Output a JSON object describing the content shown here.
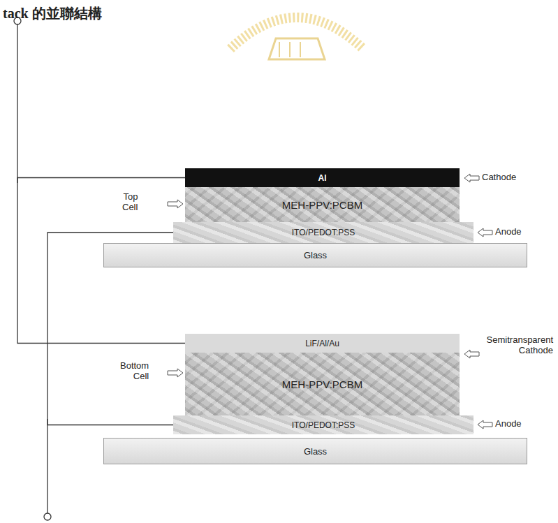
{
  "diagram": {
    "nodes": [
      {
        "text": [
          "Al"
        ]
      },
      {
        "text": [
          "MEH-PPV:PCBM"
        ]
      },
      {
        "text": [
          "ITO/PEDOT:PSS"
        ]
      },
      {
        "text": [
          "Glass"
        ]
      },
      {
        "text": [
          "LiF/Al/Au"
        ]
      },
      {
        "text": [
          "MEH-PPV:PCBM"
        ]
      },
      {
        "text": [
          "ITO/PEDOT:PSS"
        ]
      },
      {
        "text": [
          "Glass"
        ]
      }
    ],
    "edges": [
      {
        "from": 0,
        "to": 4,
        "arrow": "none"
      },
      {
        "from": 2,
        "to": 6,
        "arrow": "none"
      }
    ],
    "labels": [
      "tack 的並聯結構",
      "Top Cell",
      "Cathode",
      "Anode",
      "Semitransparent Cathode",
      "Bottom Cell",
      "Anode"
    ]
  }
}
